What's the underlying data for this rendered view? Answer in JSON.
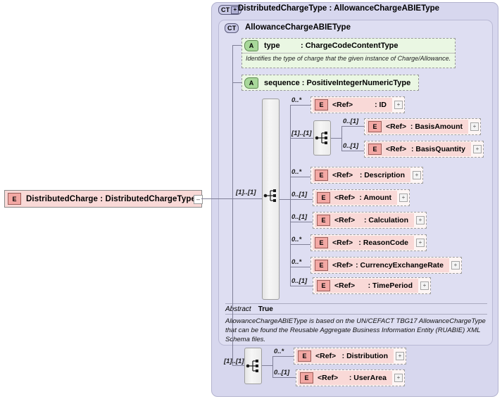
{
  "root": {
    "badge": "E",
    "label": "DistributedCharge : DistributedChargeType",
    "expander": "–"
  },
  "outer_panel": {
    "chip": "CT",
    "chip_expander": "+",
    "title": "DistributedChargeType : AllowanceChargeABIEType"
  },
  "inner_panel": {
    "chip": "CT",
    "title": "AllowanceChargeABIEType"
  },
  "attributes": [
    {
      "badge": "A",
      "name": "type",
      "type": ": ChargeCodeContentType",
      "doc": "Identifies the type of charge that the given instance of Charge/Allowance."
    },
    {
      "badge": "A",
      "name": "sequence : PositiveIntegerNumericType",
      "type": "",
      "doc": ""
    }
  ],
  "compositors": {
    "main_cardinality": "[1]..[1]",
    "nested_cardinality": "[1]..[1]",
    "bottom_cardinality": "[1]..[1]"
  },
  "main_elements": [
    {
      "cardinality": "0..*",
      "badge": "E",
      "ref": "<Ref>",
      "name": ": ID",
      "expander": "+"
    },
    {
      "cardinality": "0..[1]",
      "badge": "E",
      "ref": "<Ref>",
      "name": ": BasisAmount",
      "expander": "+"
    },
    {
      "cardinality": "0..[1]",
      "badge": "E",
      "ref": "<Ref>",
      "name": ": BasisQuantity",
      "expander": "+"
    },
    {
      "cardinality": "0..*",
      "badge": "E",
      "ref": "<Ref>",
      "name": ": Description",
      "expander": "+"
    },
    {
      "cardinality": "0..[1]",
      "badge": "E",
      "ref": "<Ref>",
      "name": ": Amount",
      "expander": "+"
    },
    {
      "cardinality": "0..[1]",
      "badge": "E",
      "ref": "<Ref>",
      "name": ": Calculation",
      "expander": "+"
    },
    {
      "cardinality": "0..*",
      "badge": "E",
      "ref": "<Ref>",
      "name": ": ReasonCode",
      "expander": "+"
    },
    {
      "cardinality": "0..*",
      "badge": "E",
      "ref": "<Ref>",
      "name": ": CurrencyExchangeRate",
      "expander": "+"
    },
    {
      "cardinality": "0..[1]",
      "badge": "E",
      "ref": "<Ref>",
      "name": ": TimePeriod",
      "expander": "+"
    }
  ],
  "bottom_elements": [
    {
      "cardinality": "0..*",
      "badge": "E",
      "ref": "<Ref>",
      "name": ": Distribution",
      "expander": "+"
    },
    {
      "cardinality": "0..[1]",
      "badge": "E",
      "ref": "<Ref>",
      "name": ": UserArea",
      "expander": "+"
    }
  ],
  "annotation": {
    "abstract_key": "Abstract",
    "abstract_value": "True",
    "text": "AllowanceChargeABIEType is based on the UN/CEFACT TBG17 AllowanceChargeType that can be found the Reusable Aggregate Business Information Entity (RUABIE) XML Schema files."
  },
  "colors": {
    "panel_outer": "#d7d7ee",
    "panel_inner": "#dedef2",
    "element_fill": "#f9d9d7",
    "element_badge": "#f3a8a4",
    "attribute_fill": "#eaf7e3",
    "attribute_badge": "#a8d89a",
    "connector": "#7f7f97"
  }
}
